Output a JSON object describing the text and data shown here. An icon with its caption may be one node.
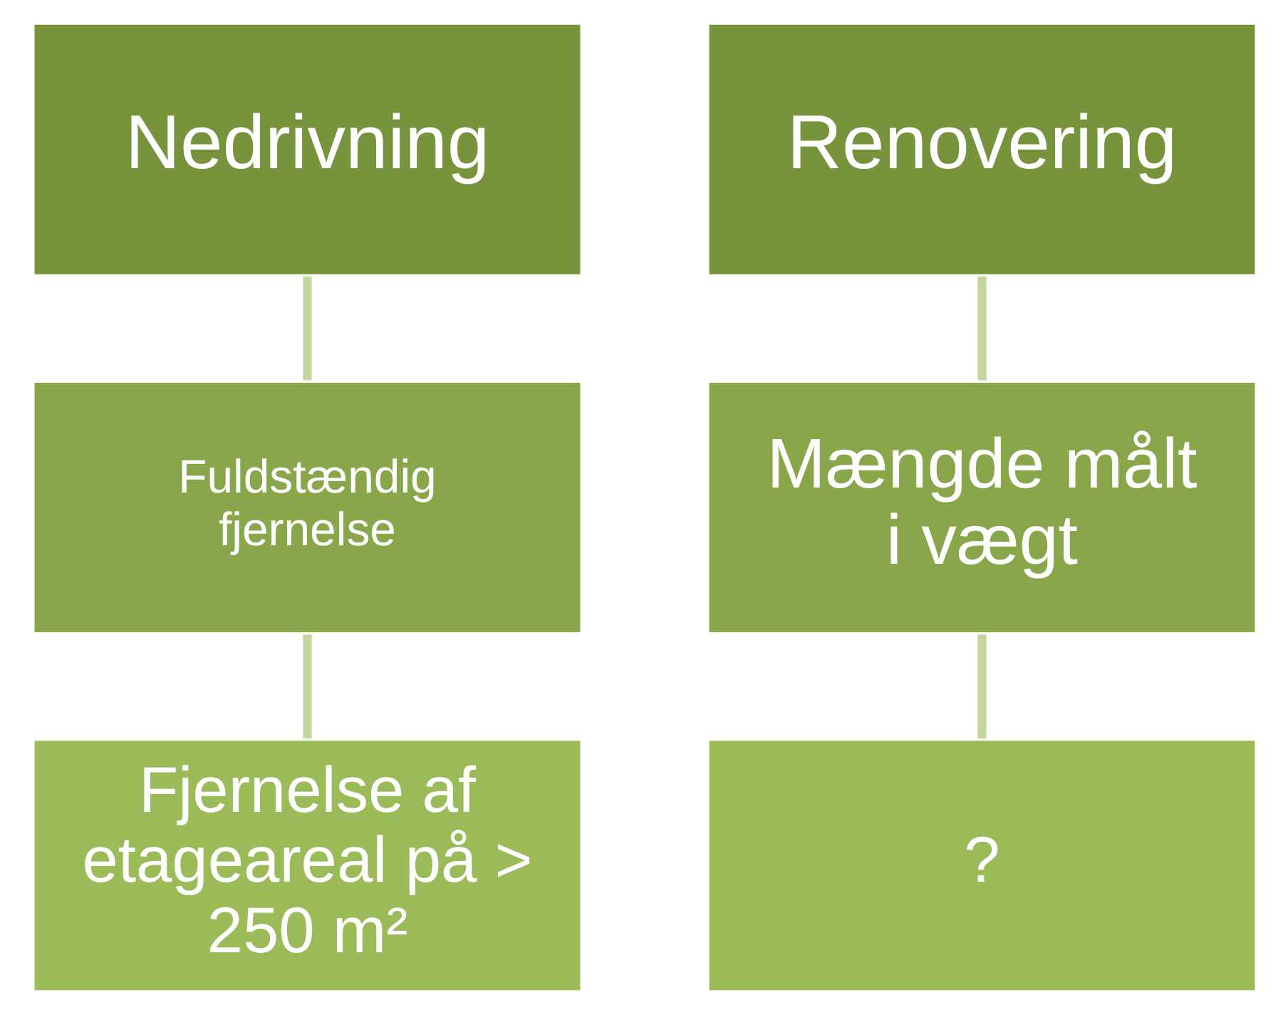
{
  "diagram": {
    "nodes": [
      {
        "text": [
          "Nedrivning"
        ]
      },
      {
        "text": [
          "Renovering"
        ]
      },
      {
        "text": [
          "Fuldstændig fjernelse"
        ]
      },
      {
        "text": [
          "Mængde målt i vægt"
        ]
      },
      {
        "text": [
          "Fjernelse af etageareal på > 250 m²"
        ]
      },
      {
        "text": [
          "?"
        ]
      }
    ],
    "edges": [
      {
        "from": 0,
        "to": 2,
        "arrow": "none"
      },
      {
        "from": 2,
        "to": 4,
        "arrow": "none"
      },
      {
        "from": 1,
        "to": 3,
        "arrow": "none"
      },
      {
        "from": 3,
        "to": 5,
        "arrow": "none"
      }
    ]
  }
}
